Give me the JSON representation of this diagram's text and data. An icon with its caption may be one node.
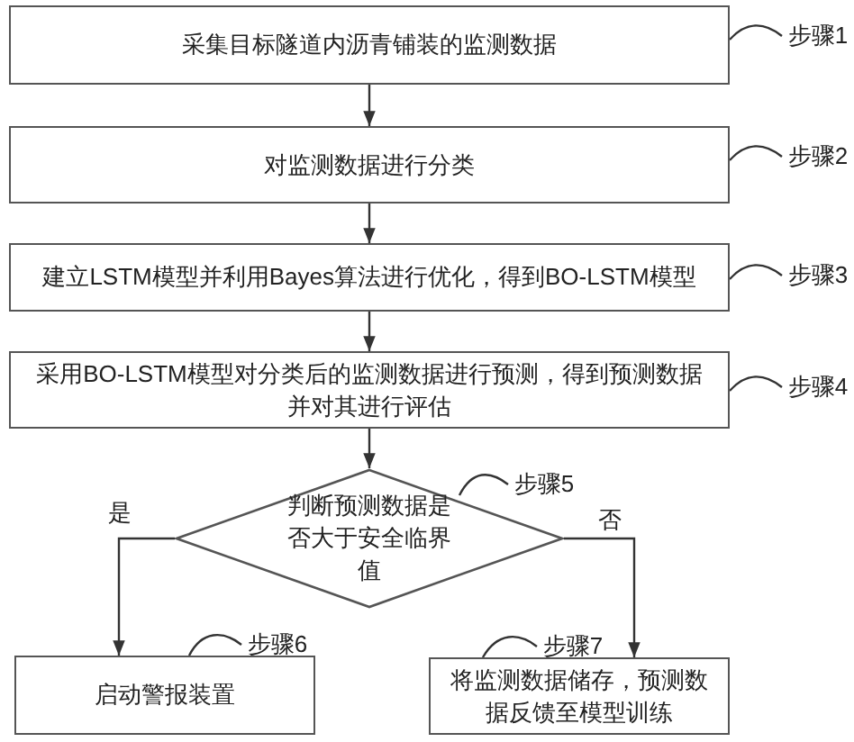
{
  "diagram": {
    "nodes": [
      {
        "text": [
          "采集目标隧道内沥青铺装的监测数据"
        ]
      },
      {
        "text": [
          "对监测数据进行分类"
        ]
      },
      {
        "text": [
          "建立LSTM模型并利用Bayes算法进行优化，得到BO-LSTM模型"
        ]
      },
      {
        "text": [
          "采用BO-LSTM模型对分类后的监测数据进行预测，得到预测数据并对其进行评估"
        ]
      },
      {
        "text": [
          "判断预测数据是否大于安全临界值"
        ]
      },
      {
        "text": [
          "启动警报装置"
        ]
      },
      {
        "text": [
          "将监测数据储存，预测数据反馈至模型训练"
        ]
      },
      {
        "text": [
          "步骤1"
        ]
      },
      {
        "text": [
          "步骤2"
        ]
      },
      {
        "text": [
          "步骤3"
        ]
      },
      {
        "text": [
          "步骤4"
        ]
      },
      {
        "text": [
          "步骤5"
        ]
      },
      {
        "text": [
          "步骤6"
        ]
      },
      {
        "text": [
          "步骤7"
        ]
      }
    ],
    "edges": [
      {
        "from": 0,
        "to": 1,
        "arrow": "to"
      },
      {
        "from": 1,
        "to": 2,
        "arrow": "to"
      },
      {
        "from": 2,
        "to": 3,
        "arrow": "to"
      },
      {
        "from": 3,
        "to": 4,
        "arrow": "to"
      },
      {
        "from": 4,
        "to": 5,
        "arrow": "to",
        "label": "是"
      },
      {
        "from": 4,
        "to": 6,
        "arrow": "to",
        "label": "否"
      },
      {
        "from": 7,
        "to": 0,
        "arrow": "none"
      },
      {
        "from": 8,
        "to": 1,
        "arrow": "none"
      },
      {
        "from": 9,
        "to": 2,
        "arrow": "none"
      },
      {
        "from": 10,
        "to": 3,
        "arrow": "none"
      },
      {
        "from": 11,
        "to": 4,
        "arrow": "none"
      },
      {
        "from": 12,
        "to": 5,
        "arrow": "none"
      },
      {
        "from": 13,
        "to": 6,
        "arrow": "none"
      }
    ]
  }
}
